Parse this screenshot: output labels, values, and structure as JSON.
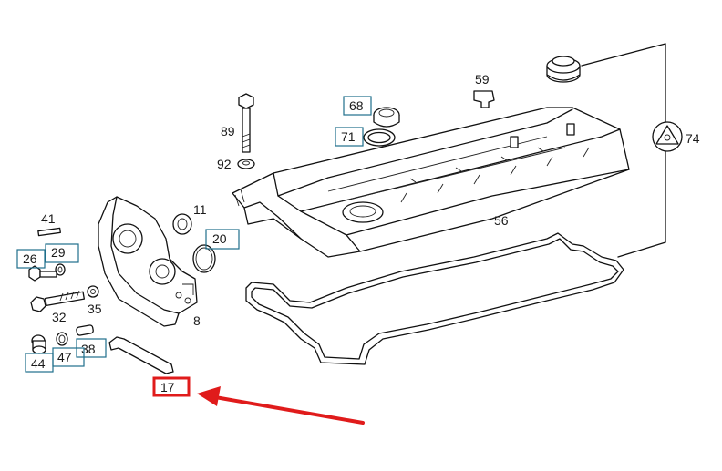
{
  "colors": {
    "callout_box": "#1f6f8b",
    "highlight": "#e01b1b",
    "ink": "#111111"
  },
  "labels": {
    "p89": "89",
    "p92": "92",
    "p68": "68",
    "p71": "71",
    "p59": "59",
    "p74": "74",
    "p11": "11",
    "p20": "20",
    "p56": "56",
    "p41": "41",
    "p26": "26",
    "p29": "29",
    "p35": "35",
    "p32": "32",
    "p8": "8",
    "p38": "38",
    "p44": "44",
    "p47": "47",
    "p17": "17"
  },
  "highlight": {
    "target_part": "17",
    "arrow_icon": "red-arrow"
  }
}
